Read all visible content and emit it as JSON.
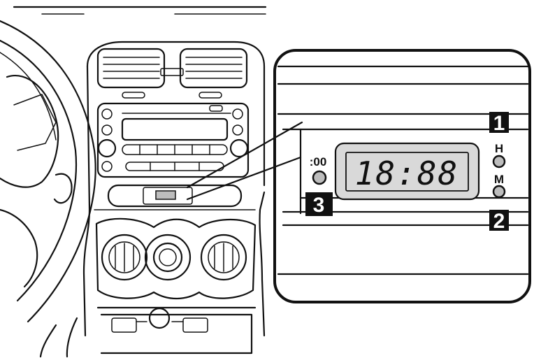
{
  "clock": {
    "display": "18:88"
  },
  "buttons": {
    "hour_label": "H",
    "minute_label": "M",
    "reset_label": ":00"
  },
  "callouts": {
    "one": "1",
    "two": "2",
    "three": "3"
  },
  "colors": {
    "line": "#111111",
    "display_fill": "#d9d9d9",
    "button_fill": "#bdbdbd",
    "callout_fill": "#111111"
  }
}
